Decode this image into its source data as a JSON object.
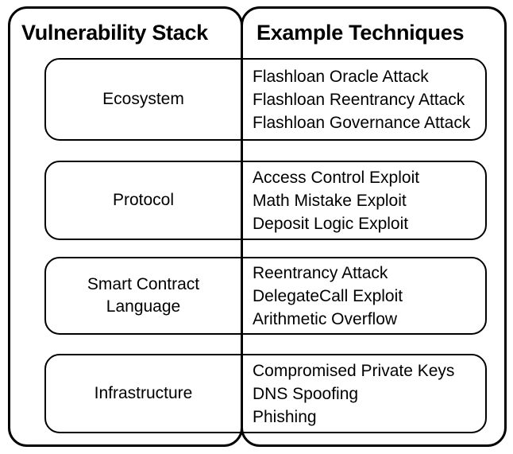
{
  "diagram": {
    "left_header": "Vulnerability Stack",
    "right_header": "Example Techniques",
    "rows": [
      {
        "category": "Ecosystem",
        "techniques": [
          "Flashloan Oracle Attack",
          "Flashloan Reentrancy Attack",
          "Flashloan Governance Attack"
        ]
      },
      {
        "category": "Protocol",
        "techniques": [
          "Access Control Exploit",
          "Math Mistake Exploit",
          "Deposit Logic Exploit"
        ]
      },
      {
        "category": "Smart Contract Language",
        "techniques": [
          "Reentrancy Attack",
          "DelegateCall Exploit",
          "Arithmetic Overflow"
        ]
      },
      {
        "category": "Infrastructure",
        "techniques": [
          "Compromised Private Keys",
          "DNS Spoofing",
          "Phishing"
        ]
      }
    ],
    "colors": {
      "line": "#000000",
      "background": "#ffffff",
      "text": "#000000"
    }
  }
}
